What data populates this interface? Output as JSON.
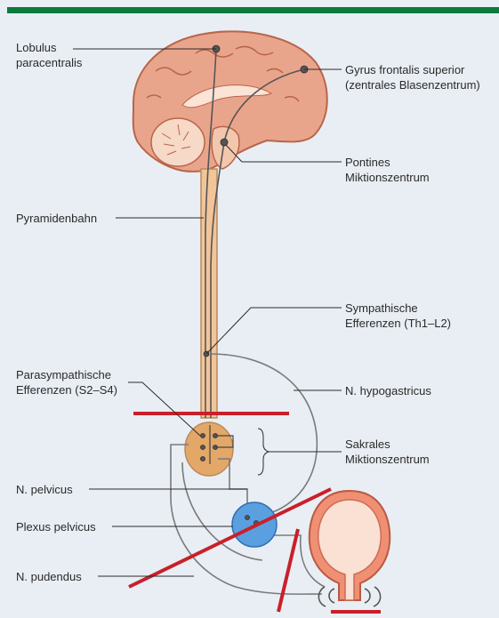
{
  "colors": {
    "top_bar": "#0b7a3e",
    "background": "#e9eef4",
    "leader_line": "#2a2a2a",
    "nerve": "#7a7a7a",
    "tract_fill": "#f1c59a",
    "tract_stroke": "#b98a5e",
    "brain_fill": "#e9a58c",
    "brain_stroke": "#b8654a",
    "sacral_fill": "#e3a768",
    "plexus_fill": "#5aa0e0",
    "bladder_fill": "#f08f74",
    "cut_marker": "#c8202a"
  },
  "labels": {
    "lobulus": "Lobulus\nparacentralis",
    "gyrus": "Gyrus frontalis superior\n(zentrales Blasenzentrum)",
    "pontines": "Pontines\nMiktionszentrum",
    "pyramiden": "Pyramidenbahn",
    "sympathische": "Sympathische\nEfferenzen (Th1–L2)",
    "parasympathische": "Parasympathische\nEfferenzen (S2–S4)",
    "hypogastricus": "N. hypogastricus",
    "sakrales": "Sakrales\nMiktionszentrum",
    "pelvicus": "N. pelvicus",
    "plexus": "Plexus pelvicus",
    "pudendus": "N. pudendus"
  }
}
